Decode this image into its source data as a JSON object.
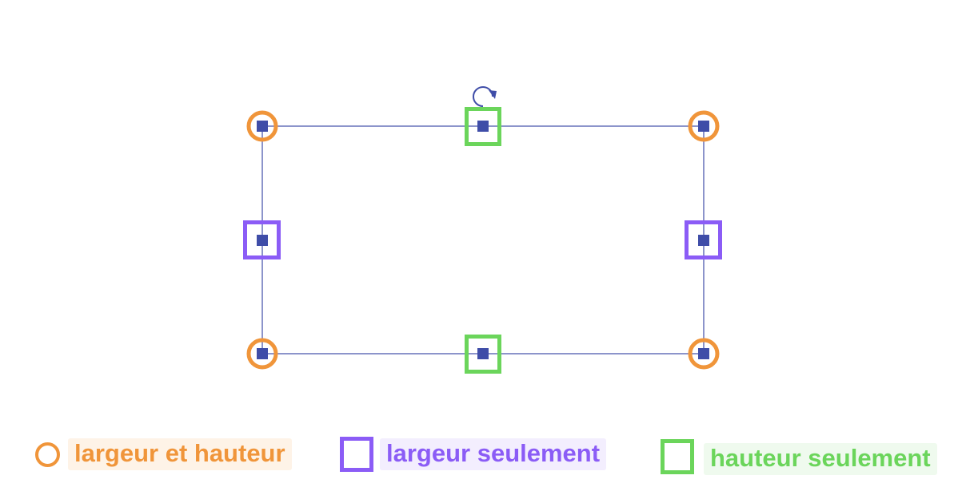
{
  "colors": {
    "corner": "#F0953A",
    "width_only": "#8B5CF6",
    "height_only": "#6BD55B",
    "frame": "#3F4DA8",
    "handle_fill": "#3F4DA8",
    "corner_label_bg": "#FEF3E7",
    "width_label_bg": "#F3EEFE",
    "height_label_bg": "#EFFAEE"
  },
  "icons": {
    "rotate": "rotate-icon",
    "corner": "circle-handle-icon",
    "width_only": "square-handle-icon",
    "height_only": "square-handle-icon"
  },
  "legend": {
    "corner_label": "largeur et hauteur",
    "width_label": "largeur seulement",
    "height_label": "hauteur seulement"
  }
}
